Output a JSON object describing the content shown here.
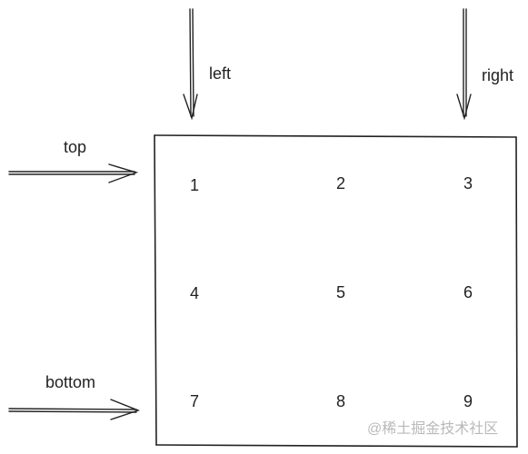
{
  "labels": {
    "left": "left",
    "right": "right",
    "top": "top",
    "bottom": "bottom"
  },
  "grid": {
    "cells": [
      "1",
      "2",
      "3",
      "4",
      "5",
      "6",
      "7",
      "8",
      "9"
    ]
  },
  "watermark": "@稀土掘金技术社区",
  "colors": {
    "stroke": "#222222",
    "text": "#222222",
    "watermark": "#b9b9b9"
  }
}
